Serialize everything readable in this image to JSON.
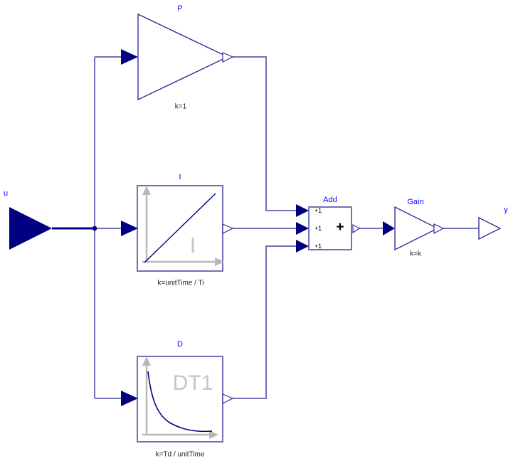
{
  "colors": {
    "navy_fill": "#000080",
    "shape_outline": "#32329a",
    "connection_line": "#7171b6",
    "block_border": "#7070b5",
    "component_label_blue": "#0000ff",
    "parameter_text": "#1e1e1e",
    "axis_gray": "#b8b8b8",
    "watermark_gray": "#c6c6ca",
    "background": "#ffffff"
  },
  "components": {
    "input_u": {
      "label": "u"
    },
    "p": {
      "label": "P",
      "param": "k=1"
    },
    "i": {
      "label": "I",
      "param": "k=unitTime / Ti",
      "watermark": "I"
    },
    "d": {
      "label": "D",
      "param": "k=Td / unitTime",
      "watermark": "DT1"
    },
    "add": {
      "label": "Add",
      "input_signs": [
        "+1",
        "+1",
        "+1"
      ],
      "operator": "+"
    },
    "gain": {
      "label": "Gain",
      "param": "k=k"
    },
    "output_y": {
      "label": "y"
    }
  }
}
